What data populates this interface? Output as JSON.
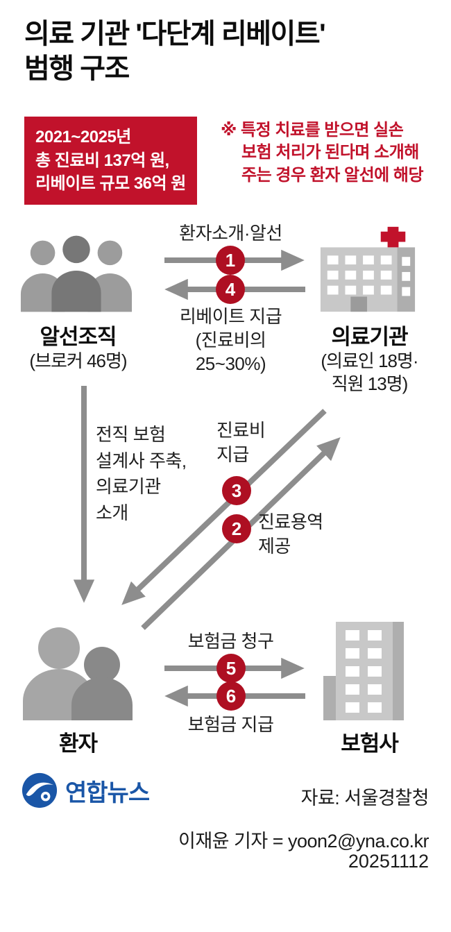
{
  "colors": {
    "red": "#c1122b",
    "circle_red": "#ae0f22",
    "arrow_gray": "#8d8d8d",
    "logo_blue": "#1a56a7"
  },
  "title": {
    "lines": [
      "의료 기관 '다단계 리베이트'",
      "범행 구조"
    ]
  },
  "stat_box": {
    "lines": [
      "2021~2025년",
      "총 진료비 137억 원,",
      "리베이트 규모 36억 원"
    ]
  },
  "note": {
    "lines": [
      "※ 특정 치료를 받으면 실손",
      "보험 처리가 된다며 소개해",
      "주는 경우 환자 알선에 해당"
    ]
  },
  "nodes": {
    "broker": {
      "label": "알선조직",
      "sub": "(브로커 46명)"
    },
    "hospital": {
      "label": "의료기관",
      "sub_lines": [
        "(의료인 18명·",
        "직원 13명)"
      ]
    },
    "patient": {
      "label": "환자"
    },
    "insurer": {
      "label": "보험사"
    }
  },
  "flows": {
    "f1": {
      "num": "1",
      "label": "환자소개·알선"
    },
    "f4": {
      "num": "4",
      "label_lines": [
        "리베이트 지급",
        "(진료비의",
        "25~30%)"
      ]
    },
    "f3": {
      "num": "3",
      "label_lines": [
        "진료비",
        "지급"
      ]
    },
    "f2": {
      "num": "2",
      "label_lines": [
        "진료용역",
        "제공"
      ]
    },
    "f5": {
      "num": "5",
      "label": "보험금 청구"
    },
    "f6": {
      "num": "6",
      "label": "보험금 지급"
    },
    "broker_patient": {
      "label_lines": [
        "전직 보험",
        "설계사 주축,",
        "의료기관",
        "소개"
      ]
    }
  },
  "footer": {
    "logo_text": "연합뉴스",
    "source": "자료: 서울경찰청",
    "byline": "이재윤 기자 = yoon2@yna.co.kr",
    "date": "20251112"
  }
}
